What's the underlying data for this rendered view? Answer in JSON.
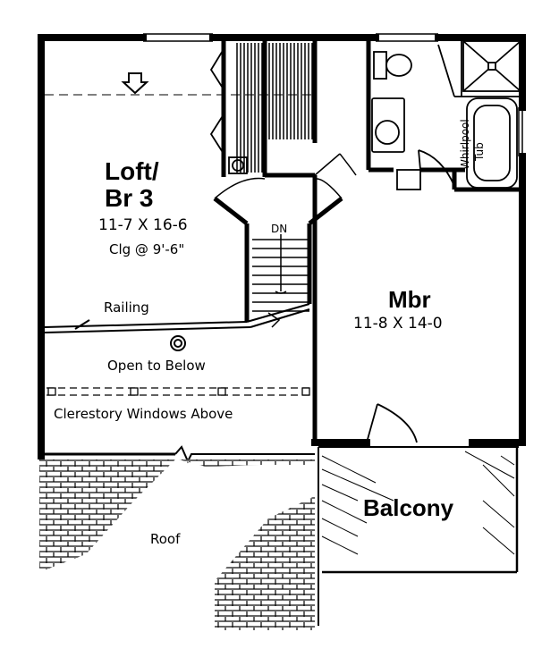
{
  "rooms": {
    "loft": {
      "name_line1": "Loft/",
      "name_line2": "Br 3",
      "size": "11-7 X 16-6",
      "ceiling": "Clg @ 9'-6\""
    },
    "mbr": {
      "name": "Mbr",
      "size": "11-8 X 14-0"
    },
    "balcony": {
      "name": "Balcony"
    },
    "roof": {
      "name": "Roof"
    }
  },
  "notes": {
    "railing": "Railing",
    "open_to_below": "Open to Below",
    "clerestory": "Clerestory Windows Above",
    "stair_down": "DN",
    "whirlpool_line1": "Whirlpool",
    "whirlpool_line2": "Tub"
  },
  "colors": {
    "ink": "#000000",
    "paper": "#ffffff"
  }
}
